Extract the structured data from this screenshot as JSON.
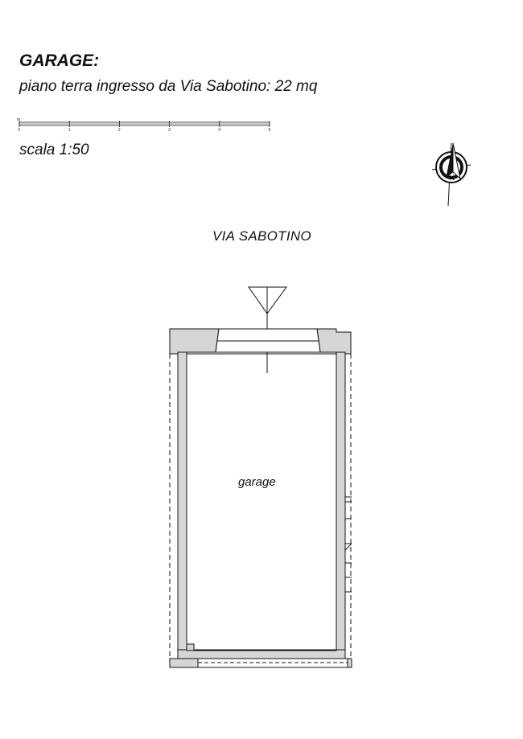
{
  "header": {
    "title": "GARAGE:",
    "subtitle": "piano terra ingresso da Via Sabotino: 22 mq"
  },
  "scale_bar": {
    "unit": "m",
    "ticks": [
      "0",
      "1",
      "2",
      "3",
      "4",
      "5"
    ],
    "label": "scala 1:50"
  },
  "compass": {
    "icon": "north-arrow-icon",
    "letter": "N"
  },
  "plan": {
    "street": "VIA SABOTINO",
    "room_label": "garage",
    "wall_color": "#d6d6d6",
    "line_color": "#111111"
  }
}
